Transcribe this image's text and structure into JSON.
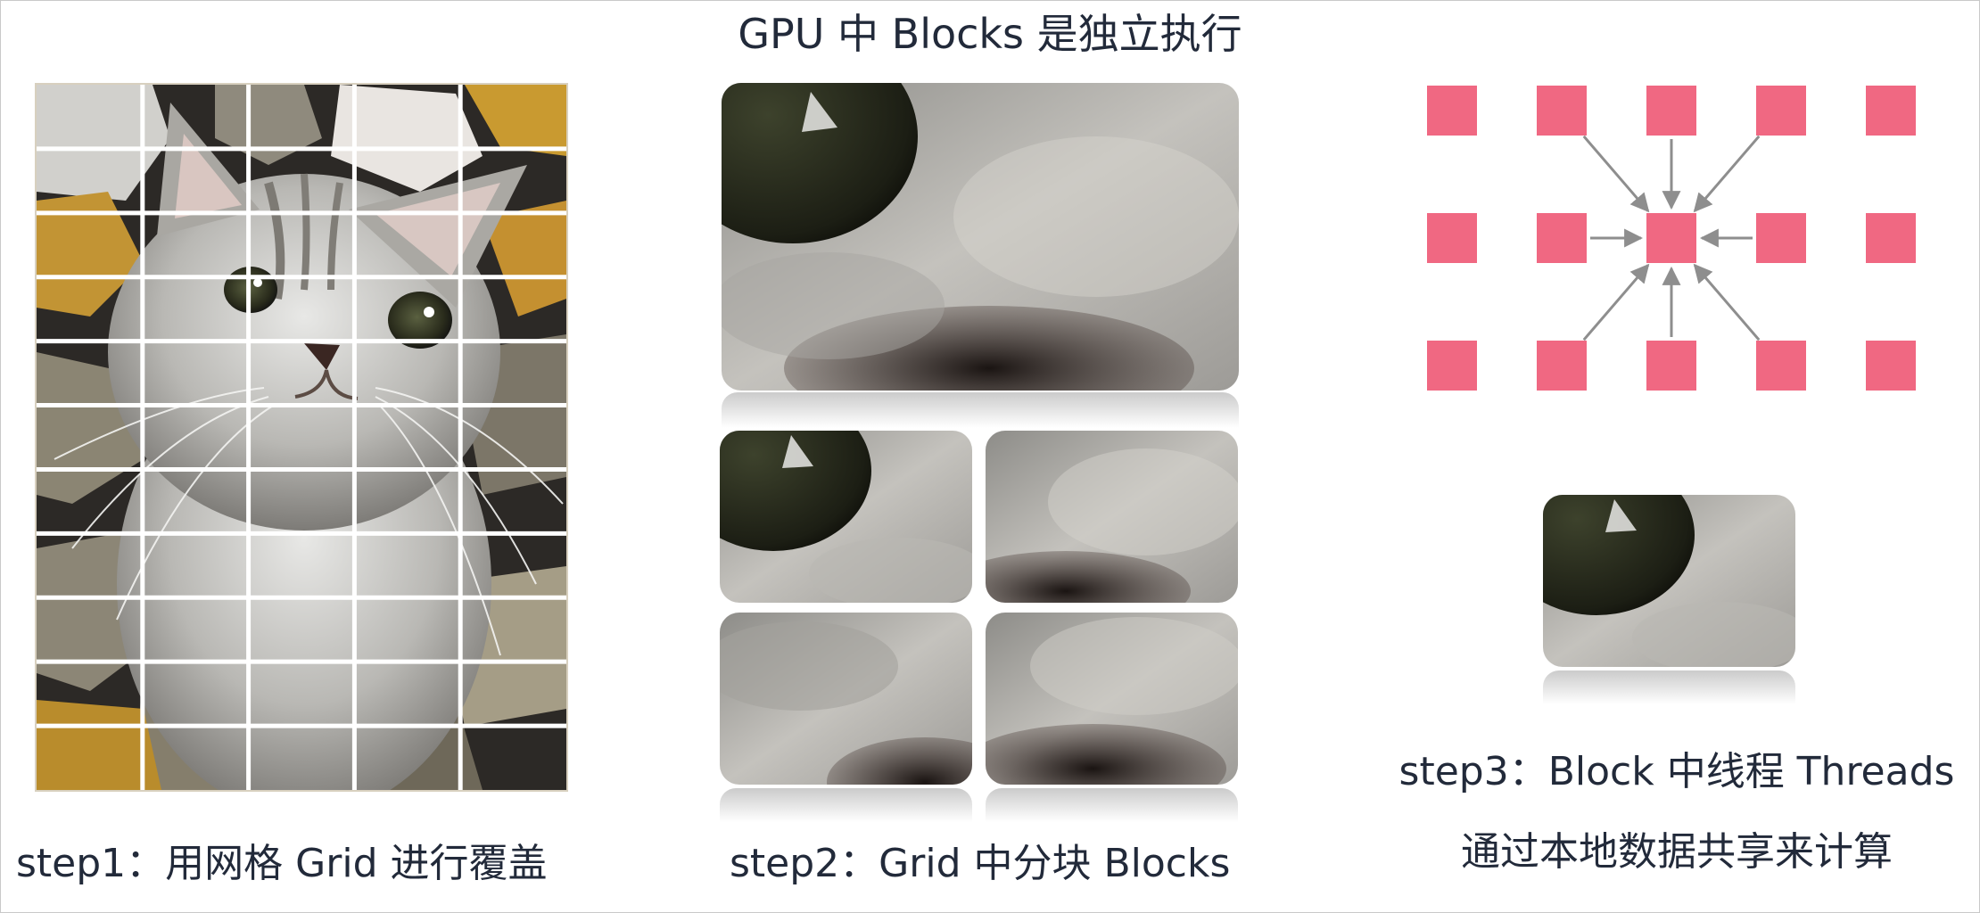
{
  "title": "GPU 中 Blocks 是独立执行",
  "captions": {
    "step1": "step1：用网格 Grid 进行覆盖",
    "step2": "step2：Grid 中分块 Blocks",
    "step3_line1": "step3：Block 中线程 Threads",
    "step3_line2": "通过本地数据共享来计算"
  },
  "colors": {
    "thread_square": "#f06882",
    "arrow": "#8e8e8e",
    "text": "#222a3a",
    "grid_line": "#ffffff"
  },
  "grid": {
    "columns": 5,
    "rows": 11
  },
  "threads": {
    "columns": 5,
    "rows": 3
  }
}
